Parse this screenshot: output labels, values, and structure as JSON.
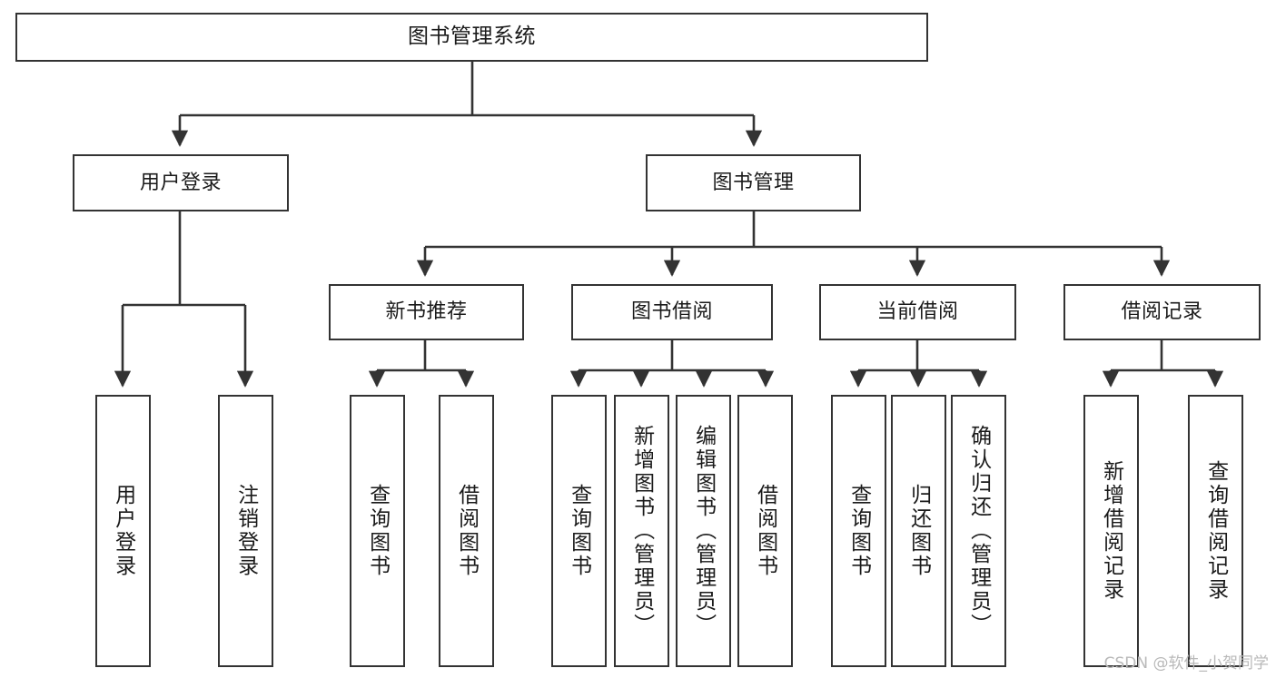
{
  "diagram": {
    "title": "图书管理系统",
    "type": "hierarchy-tree",
    "root": {
      "id": "root",
      "label": "图书管理系统"
    },
    "level2": [
      {
        "id": "user-login",
        "label": "用户登录"
      },
      {
        "id": "book-manage",
        "label": "图书管理"
      }
    ],
    "level3": [
      {
        "id": "new-book-rec",
        "label": "新书推荐",
        "parent": "book-manage"
      },
      {
        "id": "book-borrow",
        "label": "图书借阅",
        "parent": "book-manage"
      },
      {
        "id": "current-borrow",
        "label": "当前借阅",
        "parent": "book-manage"
      },
      {
        "id": "borrow-record",
        "label": "借阅记录",
        "parent": "book-manage"
      }
    ],
    "leaves": {
      "user_login": [
        {
          "id": "leaf-user-login",
          "label": "用户登录"
        },
        {
          "id": "leaf-user-logout",
          "label": "注销登录"
        }
      ],
      "new_book_rec": [
        {
          "id": "leaf-query-book-1",
          "label": "查询图书"
        },
        {
          "id": "leaf-borrow-book-1",
          "label": "借阅图书"
        }
      ],
      "book_borrow": [
        {
          "id": "leaf-query-book-2",
          "label": "查询图书"
        },
        {
          "id": "leaf-add-book",
          "label": "新增图书（管理员）"
        },
        {
          "id": "leaf-edit-book",
          "label": "编辑图书（管理员）"
        },
        {
          "id": "leaf-borrow-book-2",
          "label": "借阅图书"
        }
      ],
      "current_borrow": [
        {
          "id": "leaf-query-book-3",
          "label": "查询图书"
        },
        {
          "id": "leaf-return-book",
          "label": "归还图书"
        },
        {
          "id": "leaf-confirm-return",
          "label": "确认归还（管理员）"
        }
      ],
      "borrow_record": [
        {
          "id": "leaf-add-record",
          "label": "新增借阅记录"
        },
        {
          "id": "leaf-query-record",
          "label": "查询借阅记录"
        }
      ]
    },
    "colors": {
      "stroke": "#333333",
      "fill": "#ffffff",
      "text": "#1a1a1a",
      "watermark": "#b9b9b9"
    }
  },
  "watermark": {
    "text": "CSDN @软件_小贺同学"
  }
}
